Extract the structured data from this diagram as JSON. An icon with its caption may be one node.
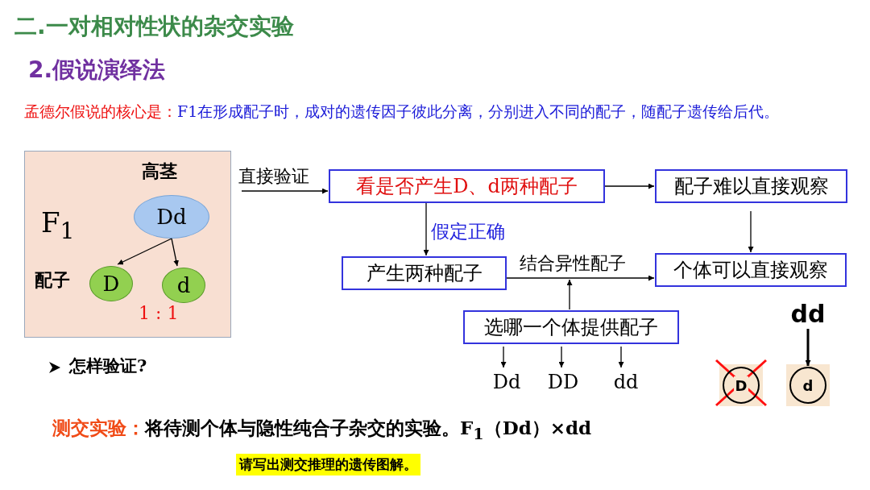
{
  "diagram": {
    "title": "二.一对相对性状的杂交实验",
    "nodes": [
      {
        "text": [
          "F$_{1}$",
          "配子"
        ]
      },
      {
        "text": [
          "Dd"
        ],
        "in": 0,
        "beside": [
          "高茎"
        ]
      },
      {
        "text": [
          "D"
        ],
        "in": 0
      },
      {
        "text": [
          "d"
        ],
        "in": 0
      },
      {
        "text": [
          "看是否产生D、d两种配子"
        ]
      },
      {
        "text": [
          "配子难以直接观察"
        ]
      },
      {
        "text": [
          "产生两种配子"
        ]
      },
      {
        "text": [
          "个体可以直接观察"
        ]
      },
      {
        "text": [
          "选哪一个体提供配子"
        ]
      },
      {
        "text": [
          "Dd"
        ]
      },
      {
        "text": [
          "DD"
        ]
      },
      {
        "text": [
          "dd"
        ]
      },
      {
        "text": [
          "dd"
        ]
      },
      {
        "text": [
          "D"
        ]
      },
      {
        "text": [
          "d"
        ]
      }
    ],
    "edges": [
      {
        "from": 1,
        "to": 2,
        "arrow": "to"
      },
      {
        "from": 1,
        "to": 3,
        "arrow": "to"
      },
      {
        "from": null,
        "to": 4,
        "arrow": "to",
        "label": "直接验证"
      },
      {
        "from": 4,
        "to": 5,
        "arrow": "to"
      },
      {
        "from": 4,
        "to": 6,
        "arrow": "to",
        "label": "假定正确"
      },
      {
        "from": 5,
        "to": 7,
        "arrow": "to"
      },
      {
        "from": 6,
        "to": 7,
        "arrow": "to",
        "label": "结合异性配子"
      },
      {
        "from": 8,
        "to": null,
        "arrow": "to"
      },
      {
        "from": 8,
        "to": 9,
        "arrow": "to"
      },
      {
        "from": 8,
        "to": 10,
        "arrow": "to"
      },
      {
        "from": 8,
        "to": 11,
        "arrow": "to"
      },
      {
        "from": 12,
        "to": 14,
        "arrow": "to",
        "style": "thick"
      }
    ],
    "labels": [
      "2.假说演绎法",
      "孟德尔假说的核心是：",
      "F1在形成配子时，成对的遗传因子彼此分离，分别进入不同的配子，随配子遗传给后代。",
      "1 : 1",
      "怎样验证?",
      "测交实验：",
      "将待测个体与隐性纯合子杂交的实验。F$_{1}$（Dd）×dd",
      "请写出测交推理的遗传图解。"
    ]
  }
}
